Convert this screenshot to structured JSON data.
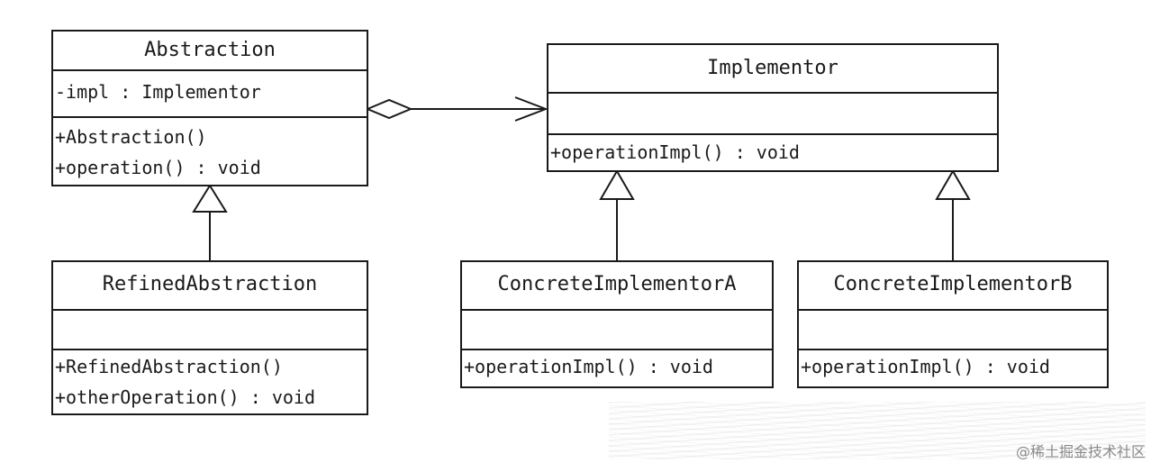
{
  "classes": {
    "abstraction": {
      "name": "Abstraction",
      "attributes": [
        "-impl : Implementor"
      ],
      "operations": [
        "+Abstraction()",
        "+operation() : void"
      ]
    },
    "implementor": {
      "name": "Implementor",
      "attributes": [],
      "operations": [
        "+operationImpl() : void"
      ]
    },
    "refined_abstraction": {
      "name": "RefinedAbstraction",
      "attributes": [],
      "operations": [
        "+RefinedAbstraction()",
        "+otherOperation() : void"
      ]
    },
    "concrete_a": {
      "name": "ConcreteImplementorA",
      "attributes": [],
      "operations": [
        "+operationImpl() : void"
      ]
    },
    "concrete_b": {
      "name": "ConcreteImplementorB",
      "attributes": [],
      "operations": [
        "+operationImpl() : void"
      ]
    }
  },
  "relations": [
    {
      "type": "aggregation",
      "from": "Abstraction",
      "to": "Implementor"
    },
    {
      "type": "generalization",
      "from": "RefinedAbstraction",
      "to": "Abstraction"
    },
    {
      "type": "generalization",
      "from": "ConcreteImplementorA",
      "to": "Implementor"
    },
    {
      "type": "generalization",
      "from": "ConcreteImplementorB",
      "to": "Implementor"
    }
  ],
  "watermark": "@稀土掘金技术社区"
}
